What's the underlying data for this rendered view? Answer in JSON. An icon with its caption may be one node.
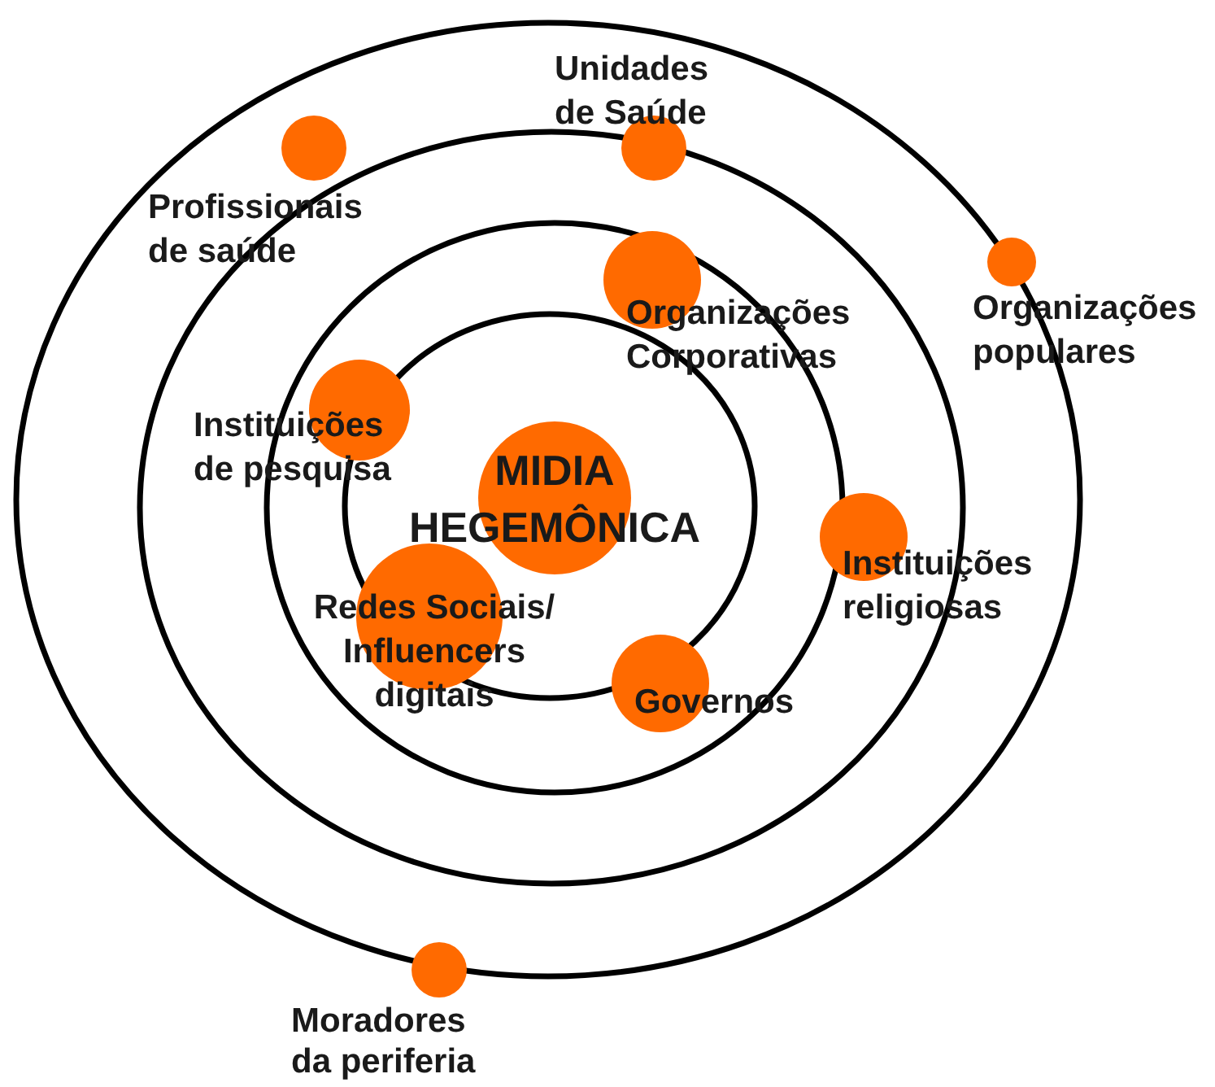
{
  "diagram": {
    "nodes": [
      {
        "text": [
          "Unidades de Saúde"
        ]
      },
      {
        "text": [
          "Profissionais de saúde"
        ]
      },
      {
        "text": [
          "Organizações populares"
        ]
      },
      {
        "text": [
          "Organizações Corporativas"
        ]
      },
      {
        "text": [
          "Instituições de pesquisa"
        ]
      },
      {
        "text": [
          "MIDIA HEGEMÔNICA"
        ]
      },
      {
        "text": [
          "Instituições religiosas"
        ]
      },
      {
        "text": [
          "Redes Sociais/ Influencers digitais"
        ]
      },
      {
        "text": [
          "Governos"
        ]
      },
      {
        "text": [
          "Moradores da periferia"
        ]
      }
    ]
  }
}
